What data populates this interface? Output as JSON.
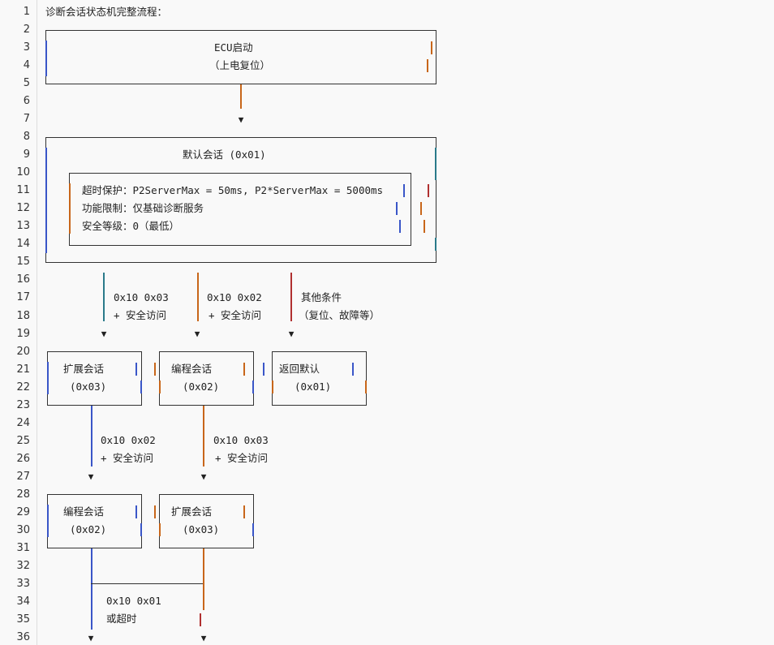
{
  "line_numbers": [
    "1",
    "2",
    "3",
    "4",
    "5",
    "6",
    "7",
    "8",
    "9",
    "10",
    "11",
    "12",
    "13",
    "14",
    "15",
    "16",
    "17",
    "18",
    "19",
    "20",
    "21",
    "22",
    "23",
    "24",
    "25",
    "26",
    "27",
    "28",
    "29",
    "30",
    "31",
    "32",
    "33",
    "34",
    "35",
    "36"
  ],
  "title": "诊断会话状态机完整流程：",
  "ecu_box": {
    "line1": "ECU启动",
    "line2": "（上电复位）"
  },
  "default_box": {
    "title": "默认会话 (0x01)",
    "items": [
      "超时保护：P2ServerMax = 50ms, P2*ServerMax = 5000ms",
      "功能限制：仅基础诊断服务",
      "安全等级：0（最低）"
    ]
  },
  "branches": [
    {
      "l1": "0x10 0x03",
      "l2": "+ 安全访问"
    },
    {
      "l1": "0x10 0x02",
      "l2": "+ 安全访问"
    },
    {
      "l1": "其他条件",
      "l2": "（复位、故障等）"
    }
  ],
  "row2_boxes": [
    {
      "l1": "扩展会话",
      "l2": "(0x03)"
    },
    {
      "l1": "编程会话",
      "l2": "(0x02)"
    },
    {
      "l1": "返回默认",
      "l2": "(0x01)"
    }
  ],
  "row2_transitions": [
    {
      "l1": "0x10 0x02",
      "l2": "+ 安全访问"
    },
    {
      "l1": "0x10 0x03",
      "l2": "+ 安全访问"
    }
  ],
  "row3_boxes": [
    {
      "l1": "编程会话",
      "l2": "(0x02)"
    },
    {
      "l1": "扩展会话",
      "l2": "(0x03)"
    }
  ],
  "return_label": {
    "l1": "0x10 0x01",
    "l2": "或超时"
  },
  "arrow_glyph": "▼"
}
